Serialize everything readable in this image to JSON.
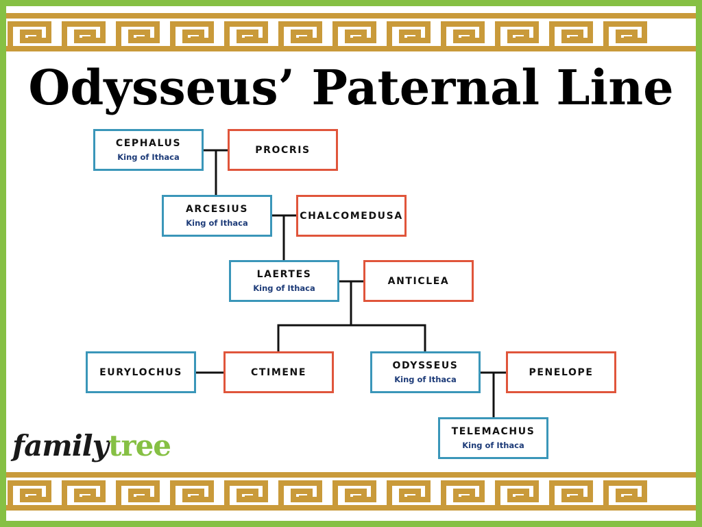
{
  "title": "Odysseus’ Paternal Line",
  "people": {
    "cephalus": {
      "name": "CEPHALUS",
      "title": "King of Ithaca"
    },
    "procris": {
      "name": "PROCRIS"
    },
    "arcesius": {
      "name": "ARCESIUS",
      "title": "King of Ithaca"
    },
    "chalcomedusa": {
      "name": "CHALCOMEDUSA"
    },
    "laertes": {
      "name": "LAERTES",
      "title": "King of Ithaca"
    },
    "anticlea": {
      "name": "ANTICLEA"
    },
    "eurylochus": {
      "name": "EURYLOCHUS"
    },
    "ctimene": {
      "name": "CTIMENE"
    },
    "odysseus": {
      "name": "ODYSSEUS",
      "title": "King of Ithaca"
    },
    "penelope": {
      "name": "PENELOPE"
    },
    "telemachus": {
      "name": "TELEMACHUS",
      "title": "King of Ithaca"
    }
  },
  "logo": {
    "part1": "family",
    "part2": "tree"
  },
  "colors": {
    "frame": "#86c044",
    "pattern": "#c99a3a",
    "male_border": "#3a96b9",
    "female_border": "#e0553b",
    "king_text": "#1d3b78"
  }
}
